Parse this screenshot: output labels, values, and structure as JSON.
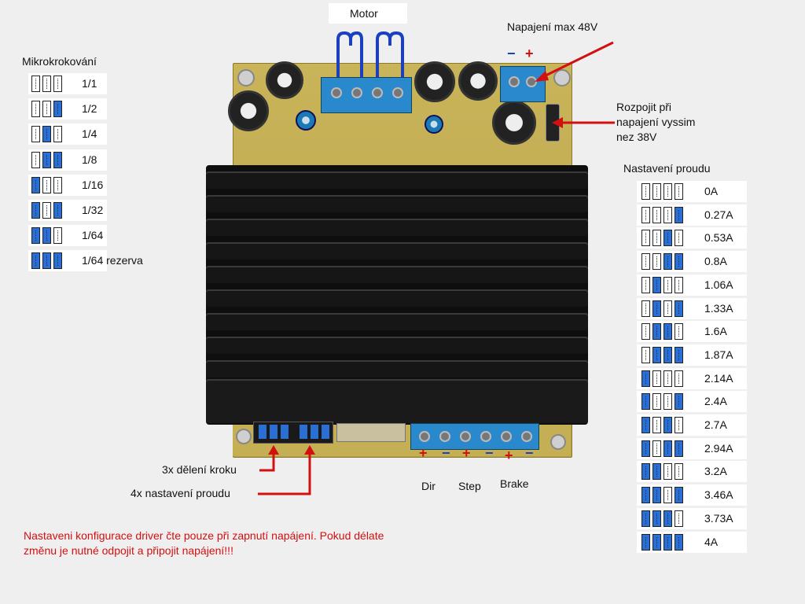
{
  "labels": {
    "motor": "Motor",
    "power_max": "Napajení max 48V",
    "power_minus": "−",
    "power_plus": "+",
    "disconnect": [
      "Rozpojit při",
      "napajení vyssim",
      "nez 38V"
    ],
    "microstep_title": "Mikrokrokování",
    "current_title": "Nastavení proudu",
    "step_div": "3x dělení kroku",
    "current_set": "4x nastavení proudu",
    "dir": "Dir",
    "step": "Step",
    "brake": "Brake",
    "note": [
      "Nastaveni konfigurace driver čte pouze při zapnutí napájení. Pokud délate",
      "změnu je nutné odpojit a připojit napájení!!!"
    ]
  },
  "signal_polarity": [
    "+",
    "−",
    "+",
    "−",
    "+",
    "−"
  ],
  "microstepping": [
    {
      "label": "1/1",
      "switches": [
        0,
        0,
        0
      ]
    },
    {
      "label": "1/2",
      "switches": [
        0,
        0,
        1
      ]
    },
    {
      "label": "1/4",
      "switches": [
        0,
        1,
        0
      ]
    },
    {
      "label": "1/8",
      "switches": [
        0,
        1,
        1
      ]
    },
    {
      "label": "1/16",
      "switches": [
        1,
        0,
        0
      ]
    },
    {
      "label": "1/32",
      "switches": [
        1,
        0,
        1
      ]
    },
    {
      "label": "1/64",
      "switches": [
        1,
        1,
        0
      ]
    },
    {
      "label": "1/64 rezerva",
      "switches": [
        1,
        1,
        1
      ]
    }
  ],
  "current": [
    {
      "label": "0A",
      "switches": [
        0,
        0,
        0,
        0
      ]
    },
    {
      "label": "0.27A",
      "switches": [
        0,
        0,
        0,
        1
      ]
    },
    {
      "label": "0.53A",
      "switches": [
        0,
        0,
        1,
        0
      ]
    },
    {
      "label": "0.8A",
      "switches": [
        0,
        0,
        1,
        1
      ]
    },
    {
      "label": "1.06A",
      "switches": [
        0,
        1,
        0,
        0
      ]
    },
    {
      "label": "1.33A",
      "switches": [
        0,
        1,
        0,
        1
      ]
    },
    {
      "label": "1.6A",
      "switches": [
        0,
        1,
        1,
        0
      ]
    },
    {
      "label": "1.87A",
      "switches": [
        0,
        1,
        1,
        1
      ]
    },
    {
      "label": "2.14A",
      "switches": [
        1,
        0,
        0,
        0
      ]
    },
    {
      "label": "2.4A",
      "switches": [
        1,
        0,
        0,
        1
      ]
    },
    {
      "label": "2.7A",
      "switches": [
        1,
        0,
        1,
        0
      ]
    },
    {
      "label": "2.94A",
      "switches": [
        1,
        0,
        1,
        1
      ]
    },
    {
      "label": "3.2A",
      "switches": [
        1,
        1,
        0,
        0
      ]
    },
    {
      "label": "3.46A",
      "switches": [
        1,
        1,
        0,
        1
      ]
    },
    {
      "label": "3.73A",
      "switches": [
        1,
        1,
        1,
        0
      ]
    },
    {
      "label": "4A",
      "switches": [
        1,
        1,
        1,
        1
      ]
    }
  ]
}
